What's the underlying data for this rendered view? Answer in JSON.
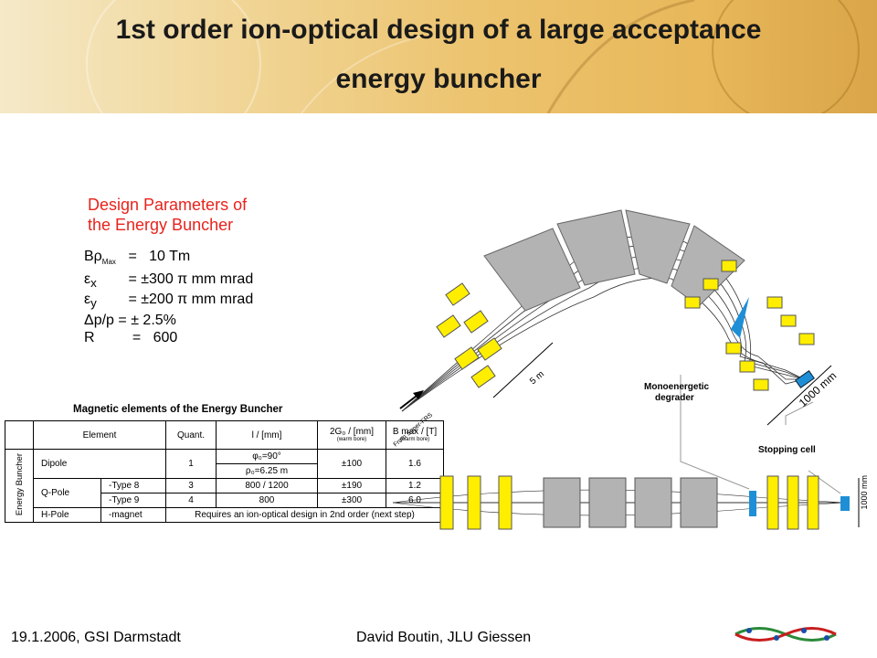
{
  "slide": {
    "title_line1": "1st order ion-optical design of a large acceptance",
    "title_line2": "energy buncher"
  },
  "params": {
    "title_line1": "Design Parameters of",
    "title_line2": "the Energy Buncher",
    "rows": [
      {
        "sym": "Bρ",
        "sub": "Max",
        "eq": "=",
        "val": "10 Tm"
      },
      {
        "sym": "ε",
        "sub": "x",
        "eq": "=",
        "val": "±300 π mm mrad"
      },
      {
        "sym": "ε",
        "sub": "y",
        "eq": "=",
        "val": "±200 π mm mrad"
      },
      {
        "sym": "Δp/p",
        "sub": "",
        "eq": "=",
        "val": "± 2.5%"
      },
      {
        "sym": "R",
        "sub": "",
        "eq": "=",
        "val": "600"
      }
    ]
  },
  "table": {
    "title": "Magnetic  elements of the Energy Buncher",
    "headers": {
      "element": "Element",
      "quant": "Quant.",
      "length": "l / [mm]",
      "g0": "2G₀ / [mm]",
      "g0_note": "(warm bore)",
      "bmax": "B max / [T]",
      "bmax_note": "(warm bore)"
    },
    "group_label": "Energy Buncher",
    "dipole": {
      "name": "Dipole",
      "quant": "1",
      "phi": "φ₀=90°",
      "rho": "ρ₀=6.25 m",
      "g0": "±100",
      "bmax": "1.6"
    },
    "qpole1": {
      "name": "Q-Pole",
      "type": "-Type 8",
      "quant": "3",
      "length": "800 / 1200",
      "g0": "±190",
      "bmax": "1.2"
    },
    "qpole2": {
      "type": "-Type 9",
      "quant": "4",
      "length": "800",
      "g0": "±300",
      "bmax": "6.0"
    },
    "hpole": {
      "name": "H-Pole",
      "type": "-magnet",
      "note": "Requires an ion-optical design in 2nd order (next step)"
    }
  },
  "diagram": {
    "scale_5m": "5 m",
    "scale_1000mm": "1000 mm",
    "scale_1000mm_bottom": "1000 mm",
    "from_label": "From Super-FRS",
    "degrader_line1": "Monoenergetic",
    "degrader_line2": "degrader",
    "stopping_cell": "Stopping cell"
  },
  "footer": {
    "left": "19.1.2006,  GSI Darmstadt",
    "right": "David Boutin, JLU Giessen"
  },
  "colors": {
    "accent": "#e8231d",
    "magnet": "#ffee00",
    "dipole": "#b3b3b3",
    "degrader": "#1e8fd6"
  }
}
